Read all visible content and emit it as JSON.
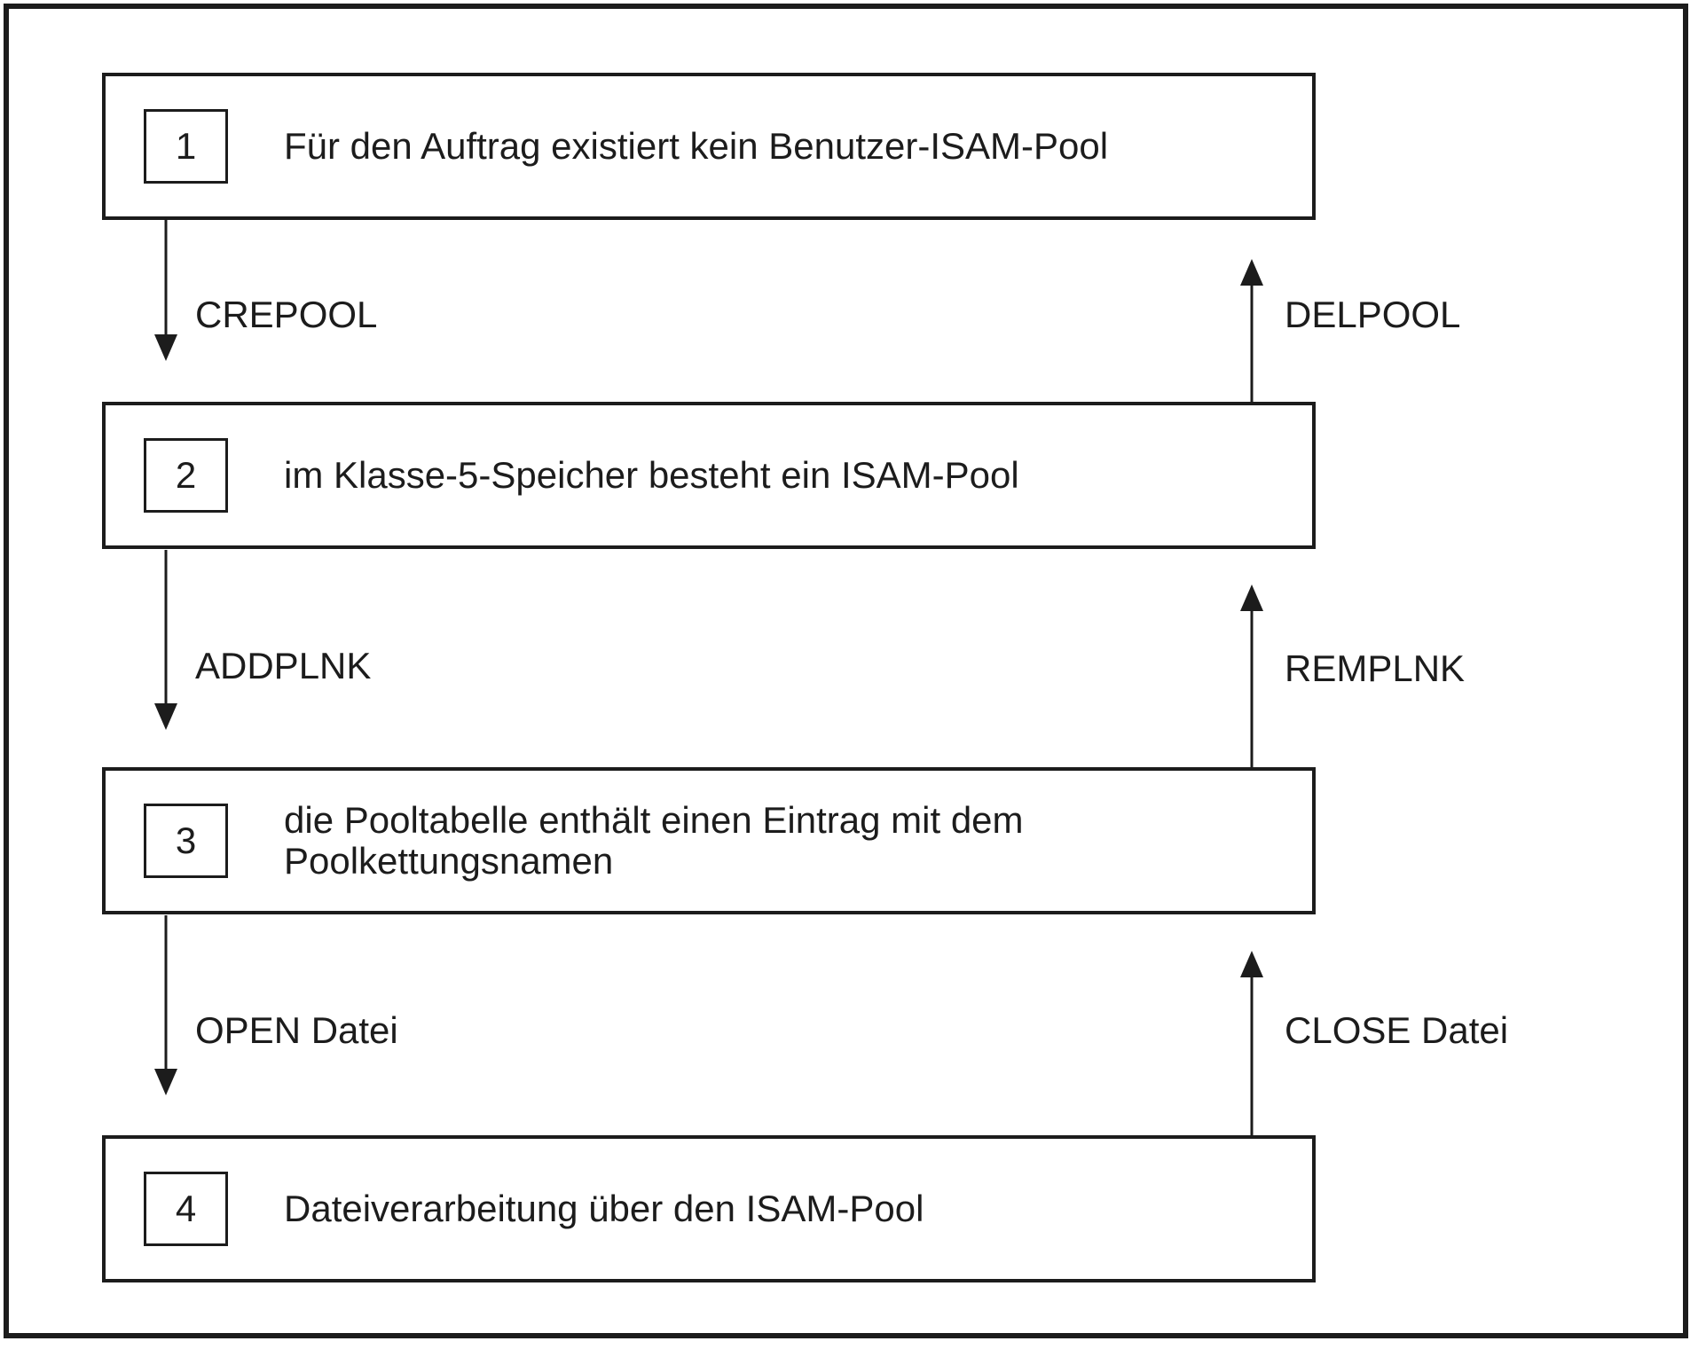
{
  "figure": {
    "background": "#ffffff",
    "line_color": "#1c1c1c",
    "states": [
      {
        "number": "1",
        "description": "Für den Auftrag existiert kein Benutzer-ISAM-Pool"
      },
      {
        "number": "2",
        "description": "im Klasse-5-Speicher besteht ein ISAM-Pool"
      },
      {
        "number": "3",
        "description": "die Pooltabelle enthält einen Eintrag mit dem Poolkettungsnamen"
      },
      {
        "number": "4",
        "description": "Dateiverarbeitung über den ISAM-Pool"
      }
    ],
    "transitions": [
      {
        "down_label": "CREPOOL",
        "up_label": "DELPOOL"
      },
      {
        "down_label": "ADDPLNK",
        "up_label": "REMPLNK"
      },
      {
        "down_label": "OPEN Datei",
        "up_label": "CLOSE Datei"
      }
    ]
  }
}
